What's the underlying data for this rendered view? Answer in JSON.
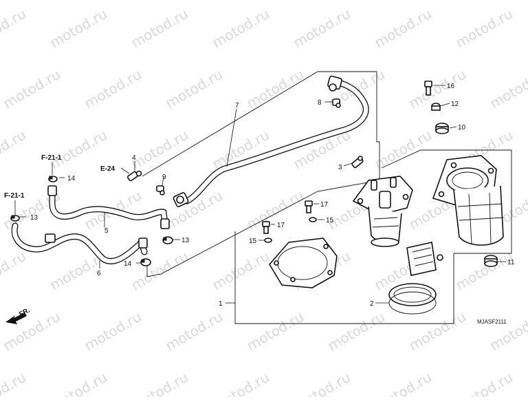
{
  "diagram": {
    "diagram_code": "MJASF2111",
    "watermark_text": "motod.ru",
    "front_marker": "FR.",
    "reference_labels": [
      "F-21-1",
      "F-21-1",
      "E-24"
    ],
    "callouts": [
      "1",
      "2",
      "3",
      "4",
      "5",
      "6",
      "7",
      "8",
      "9",
      "10",
      "11",
      "12",
      "13",
      "13",
      "14",
      "14",
      "15",
      "15",
      "16",
      "17",
      "17"
    ]
  }
}
